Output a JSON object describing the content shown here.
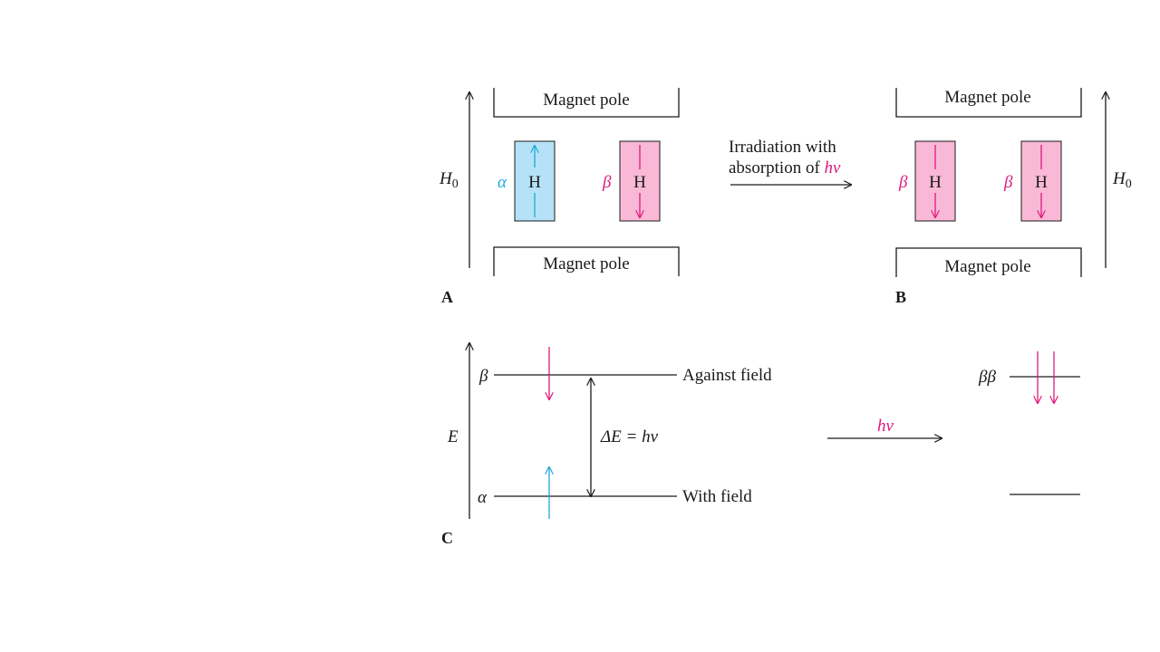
{
  "colors": {
    "alpha": "#1fa8d8",
    "beta": "#e0197d",
    "alpha_fill": "#b5e2f7",
    "beta_fill": "#f9b8d6",
    "ink": "#1a1a1a"
  },
  "panel_a": {
    "label": "A",
    "top_pole": "Magnet pole",
    "bottom_pole": "Magnet pole",
    "field_label": "H",
    "field_sub": "0",
    "nucleus_1": {
      "spin": "α",
      "symbol": "H"
    },
    "nucleus_2": {
      "spin": "β",
      "symbol": "H"
    }
  },
  "transition": {
    "line1": "Irradiation with",
    "line2_prefix": "absorption of ",
    "line2_energy": "hν"
  },
  "panel_b": {
    "label": "B",
    "top_pole": "Magnet pole",
    "bottom_pole": "Magnet pole",
    "field_label": "H",
    "field_sub": "0",
    "nucleus_1": {
      "spin": "β",
      "symbol": "H"
    },
    "nucleus_2": {
      "spin": "β",
      "symbol": "H"
    }
  },
  "panel_c": {
    "label": "C",
    "axis_label": "E",
    "upper_level": "β",
    "lower_level": "α",
    "upper_desc": "Against field",
    "lower_desc": "With field",
    "gap_label": "ΔE = hν",
    "arrow_label": "hν",
    "result_level": "ββ"
  }
}
